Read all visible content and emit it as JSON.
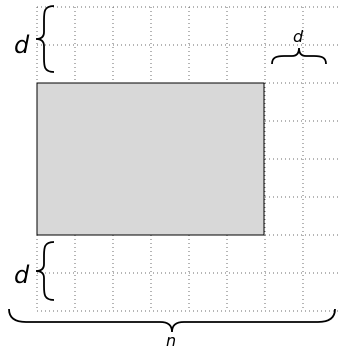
{
  "labels": {
    "d_top_left": "d",
    "d_top_right": "d",
    "d_bottom_left": "d",
    "n_bottom": "n"
  },
  "colors": {
    "grid": "#6b6b6b",
    "rect_fill": "#d8d8d8",
    "rect_stroke": "#000000",
    "brace": "#000000",
    "background": "#ffffff"
  }
}
